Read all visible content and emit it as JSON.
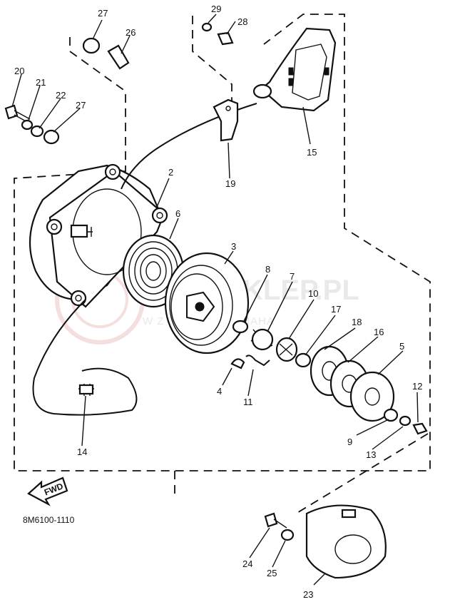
{
  "diagram": {
    "code": "8M6100-1110",
    "fwd_label": "FWD",
    "watermark": {
      "main": "-SKLEP.PL",
      "sub": "W  Z  DEALERA YAMAHA"
    },
    "callouts": [
      "27",
      "26",
      "29",
      "28",
      "20",
      "21",
      "22",
      "27",
      "15",
      "19",
      "2",
      "6",
      "3",
      "8",
      "7",
      "10",
      "17",
      "18",
      "16",
      "5",
      "12",
      "4",
      "11",
      "9",
      "13",
      "14",
      "24",
      "25",
      "23"
    ]
  }
}
